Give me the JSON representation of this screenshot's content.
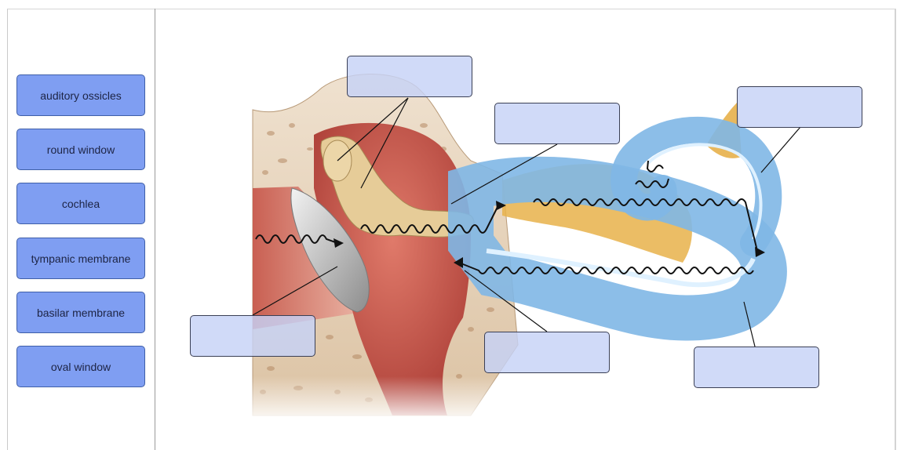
{
  "word_bank": [
    {
      "id": "auditory-ossicles",
      "label": "auditory ossicles"
    },
    {
      "id": "round-window",
      "label": "round window"
    },
    {
      "id": "cochlea",
      "label": "cochlea"
    },
    {
      "id": "tympanic-membrane",
      "label": "tympanic membrane"
    },
    {
      "id": "basilar-membrane",
      "label": "basilar membrane"
    },
    {
      "id": "oval-window",
      "label": "oval window"
    }
  ],
  "drop_targets": [
    {
      "id": "target-top-ossicles",
      "value": ""
    },
    {
      "id": "target-oval-window-area",
      "value": ""
    },
    {
      "id": "target-upper-right",
      "value": ""
    },
    {
      "id": "target-lower-left",
      "value": ""
    },
    {
      "id": "target-lower-middle",
      "value": ""
    },
    {
      "id": "target-lower-right",
      "value": ""
    }
  ],
  "colors": {
    "bank_fill": "#7f9ef2",
    "bank_border": "#3f5fa8",
    "target_fill": "#c6d2f7",
    "bone": "#e8d6c0",
    "tissue": "#c6554a",
    "cochlea_blue": "#8fc3ea",
    "nerve": "#e8b24a"
  }
}
